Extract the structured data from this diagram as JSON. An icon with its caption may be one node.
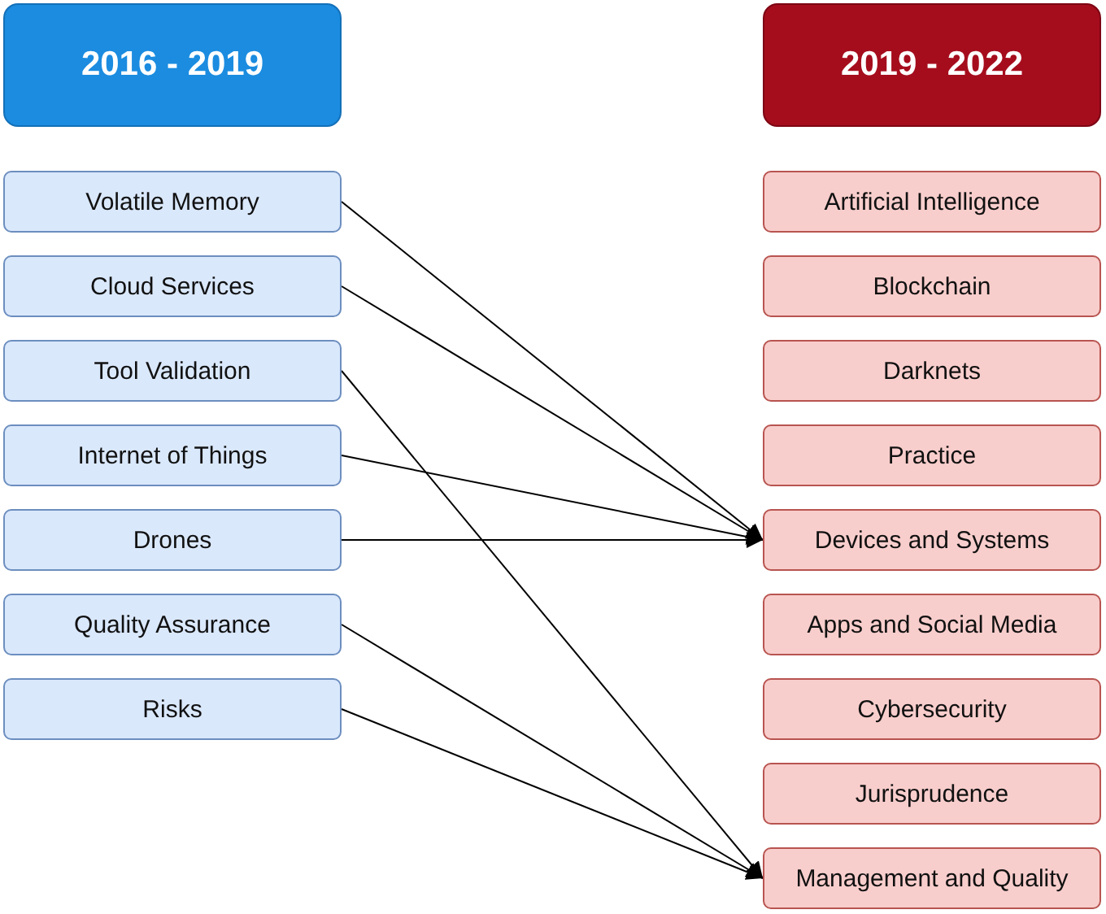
{
  "diagram": {
    "nodes": [
      {
        "text": [
          "2016 - 2019"
        ]
      },
      {
        "text": [
          "Volatile Memory"
        ]
      },
      {
        "text": [
          "Cloud Services"
        ]
      },
      {
        "text": [
          "Tool Validation"
        ]
      },
      {
        "text": [
          "Internet of Things"
        ]
      },
      {
        "text": [
          "Drones"
        ]
      },
      {
        "text": [
          "Quality Assurance"
        ]
      },
      {
        "text": [
          "Risks"
        ]
      },
      {
        "text": [
          "2019 - 2022"
        ]
      },
      {
        "text": [
          "Artificial Intelligence"
        ]
      },
      {
        "text": [
          "Blockchain"
        ]
      },
      {
        "text": [
          "Darknets"
        ]
      },
      {
        "text": [
          "Practice"
        ]
      },
      {
        "text": [
          "Devices and Systems"
        ]
      },
      {
        "text": [
          "Apps and Social Media"
        ]
      },
      {
        "text": [
          "Cybersecurity"
        ]
      },
      {
        "text": [
          "Jurisprudence"
        ]
      },
      {
        "text": [
          "Management and Quality"
        ]
      }
    ],
    "edges": [
      {
        "from": 1,
        "to": 13,
        "arrow": "to"
      },
      {
        "from": 2,
        "to": 13,
        "arrow": "to"
      },
      {
        "from": 3,
        "to": 17,
        "arrow": "to"
      },
      {
        "from": 4,
        "to": 13,
        "arrow": "to"
      },
      {
        "from": 5,
        "to": 13,
        "arrow": "to"
      },
      {
        "from": 6,
        "to": 17,
        "arrow": "to"
      },
      {
        "from": 7,
        "to": 17,
        "arrow": "to"
      }
    ]
  }
}
